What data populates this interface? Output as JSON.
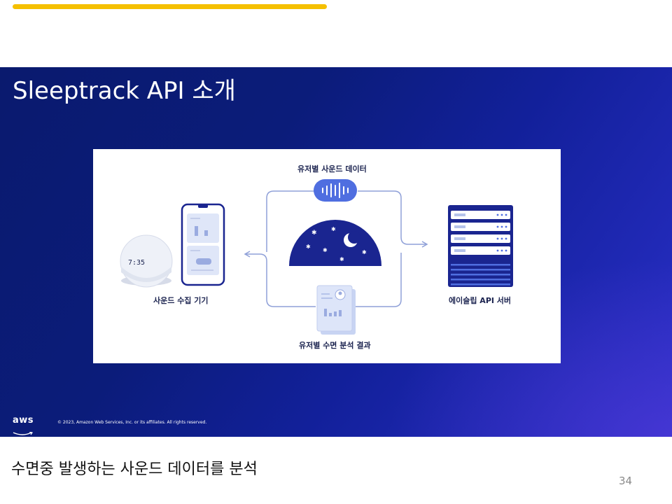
{
  "slide": {
    "title": "Sleeptrack API 소개",
    "footer": {
      "logo_text": "aws",
      "copyright": "© 2023, Amazon Web Services, Inc. or its affiliates. All rights reserved."
    }
  },
  "diagram": {
    "label_sound_data": "유저별 사운드 데이터",
    "label_device": "사운드 수집 기기",
    "label_server": "에이슬립 API 서버",
    "label_result": "유저별 수면 분석 결과",
    "clock_time": "7:35"
  },
  "caption": "수면중 발생하는 사운드 데이터를 분석",
  "page_number": "34",
  "colors": {
    "accent_bar": "#f5c000",
    "navy": "#1a2580",
    "light_blue": "#c9d6f5"
  }
}
